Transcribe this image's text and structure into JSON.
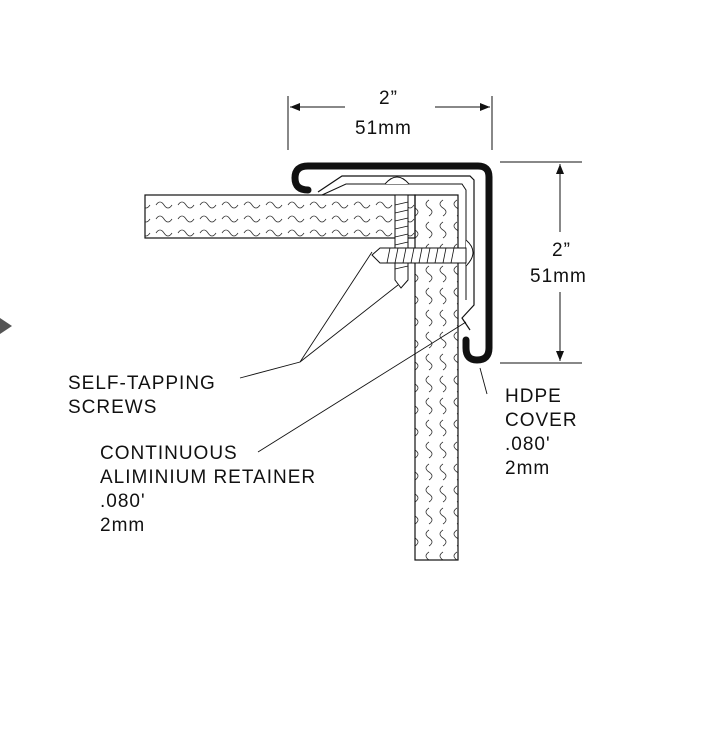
{
  "dimensions": {
    "width_inch": "2”",
    "width_mm": "51mm",
    "height_inch": "2”",
    "height_mm": "51mm"
  },
  "labels": {
    "screws": [
      "SELF-TAPPING",
      "SCREWS"
    ],
    "retainer": [
      "CONTINUOUS",
      "ALIMINIUM RETAINER",
      ".080'",
      "2mm"
    ],
    "cover": [
      "HDPE",
      "COVER",
      ".080'",
      "2mm"
    ]
  },
  "colors": {
    "line": "#111111",
    "cover": "#111111",
    "arrow": "#555555"
  }
}
